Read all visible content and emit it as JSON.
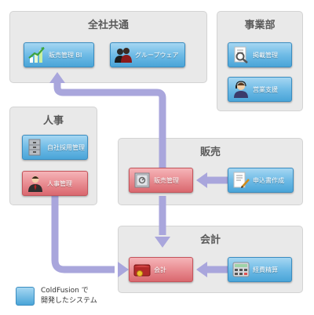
{
  "panels": {
    "shared": {
      "title": "全社共通"
    },
    "division": {
      "title": "事業部"
    },
    "hr": {
      "title": "人事"
    },
    "sales": {
      "title": "販売"
    },
    "accounting": {
      "title": "会計"
    }
  },
  "tiles": {
    "sales_bi": {
      "label": "販売管理 BI",
      "icon": "bar-chart-growth-icon",
      "system": "coldfusion"
    },
    "groupware": {
      "label": "グループウェア",
      "icon": "people-icon",
      "system": "coldfusion"
    },
    "bulletin": {
      "label": "掲載管理",
      "icon": "magnifier-document-icon",
      "system": "coldfusion"
    },
    "sales_support": {
      "label": "営業支援",
      "icon": "operator-headset-icon",
      "system": "coldfusion"
    },
    "recruiting": {
      "label": "自社採用管理",
      "icon": "file-cabinet-icon",
      "system": "coldfusion"
    },
    "personnel": {
      "label": "人事管理",
      "icon": "businessman-icon",
      "system": "other"
    },
    "sales_mgmt": {
      "label": "販売管理",
      "icon": "safe-icon",
      "system": "other"
    },
    "application_form": {
      "label": "申込書作成",
      "icon": "document-pen-icon",
      "system": "coldfusion"
    },
    "accounting": {
      "label": "会計",
      "icon": "wallet-icon",
      "system": "other"
    },
    "expense": {
      "label": "経費精算",
      "icon": "calculator-icon",
      "system": "coldfusion"
    }
  },
  "legend": {
    "label": "ColdFusion で\n開発したシステム"
  },
  "colors": {
    "coldfusion_tile": "#6fbbe6",
    "other_tile": "#e98d92",
    "flow_arrow": "#a9a6dc",
    "panel_bg": "#e9e9e9"
  }
}
